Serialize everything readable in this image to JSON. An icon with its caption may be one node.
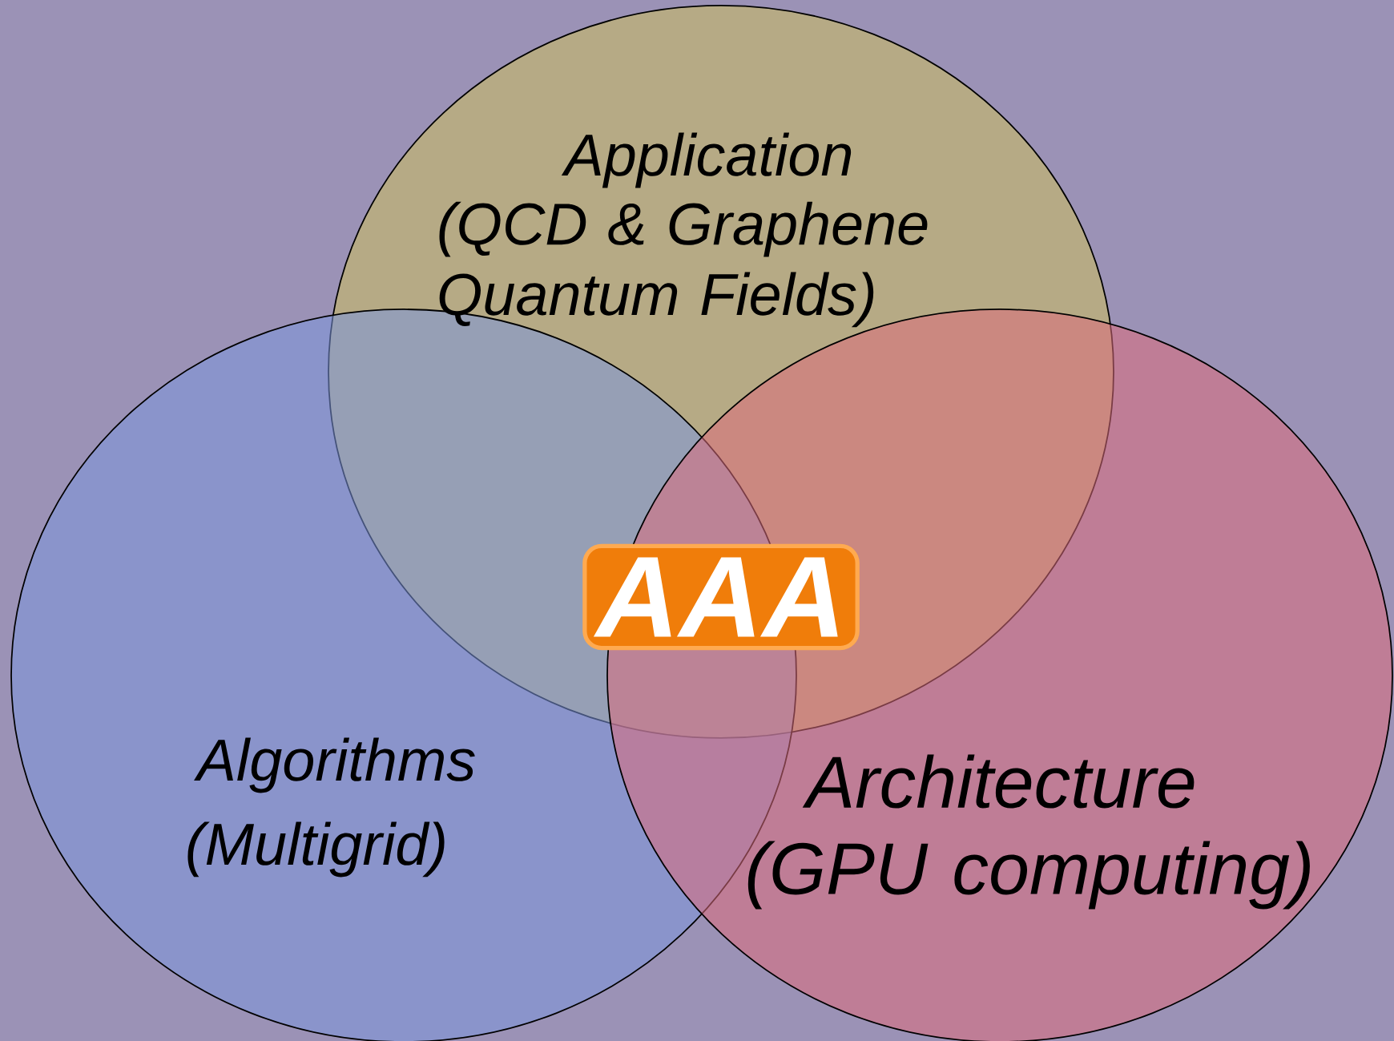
{
  "diagram": {
    "nodes": [
      {
        "text": [
          "Application",
          "(QCD & Graphene Quantum Fields)"
        ]
      },
      {
        "text": [
          "Algorithms",
          "(Multigrid)"
        ]
      },
      {
        "text": [
          "Architecture",
          "(GPU computing)"
        ]
      }
    ],
    "labels": [
      "AAA"
    ]
  }
}
